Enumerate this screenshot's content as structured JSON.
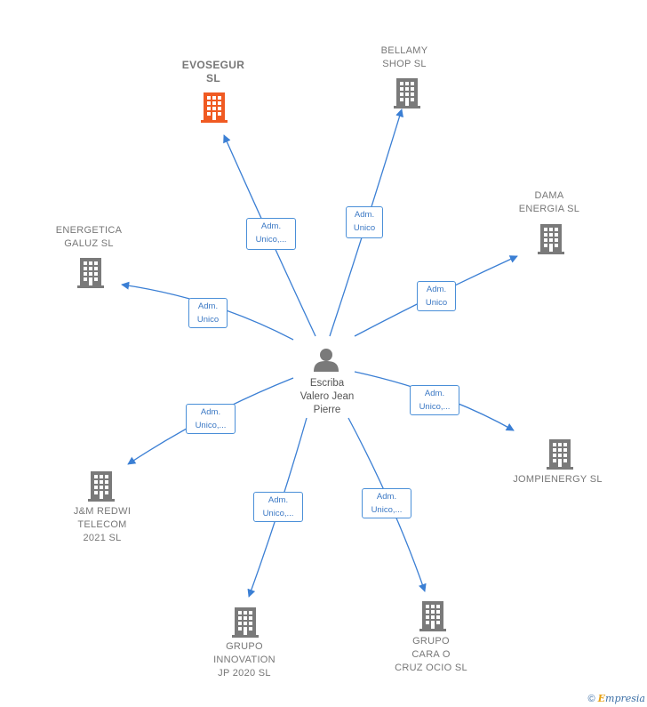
{
  "center": {
    "name": "Escriba\nValero Jean\nPierre",
    "icon": "person-icon"
  },
  "colors": {
    "edge": "#3b7fd4",
    "building": "#7a7a7a",
    "building_primary": "#f05a22"
  },
  "companies": [
    {
      "id": "evosegur",
      "label": "EVOSEGUR\nSL",
      "primary": true,
      "edge_label": "Adm.\nUnico,..."
    },
    {
      "id": "bellamy",
      "label": "BELLAMY\nSHOP  SL",
      "primary": false,
      "edge_label": "Adm.\nUnico"
    },
    {
      "id": "dama",
      "label": "DAMA\nENERGIA  SL",
      "primary": false,
      "edge_label": "Adm.\nUnico"
    },
    {
      "id": "energetica",
      "label": "ENERGETICA\nGALUZ SL",
      "primary": false,
      "edge_label": "Adm.\nUnico"
    },
    {
      "id": "jompienergy",
      "label": "JOMPIENERGY SL",
      "primary": false,
      "edge_label": "Adm.\nUnico,..."
    },
    {
      "id": "jm-redwi",
      "label": "J&M REDWI\nTELECOM\n2021  SL",
      "primary": false,
      "edge_label": "Adm.\nUnico,..."
    },
    {
      "id": "grupo-innovation",
      "label": "GRUPO\nINNOVATION\nJP 2020  SL",
      "primary": false,
      "edge_label": "Adm.\nUnico,..."
    },
    {
      "id": "grupo-cara",
      "label": "GRUPO\nCARA O\nCRUZ OCIO  SL",
      "primary": false,
      "edge_label": "Adm.\nUnico,..."
    }
  ],
  "footer": {
    "copyright": "©",
    "brand_initial": "E",
    "brand_rest": "mpresia"
  }
}
